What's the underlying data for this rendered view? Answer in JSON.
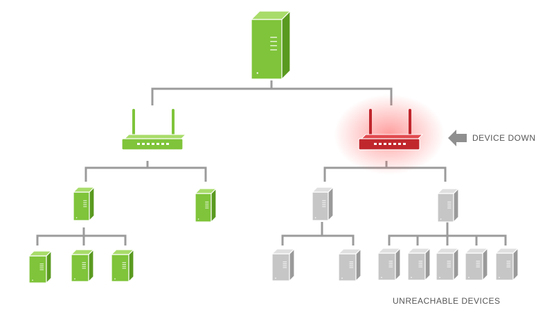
{
  "labels": {
    "device_down": "DEVICE DOWN",
    "unreachable": "UNREACHABLE DEVICES"
  },
  "colors": {
    "online": "#8cc63f",
    "online_dark": "#5e9a22",
    "down": "#c0272d",
    "down_glow": "#ff4d4d",
    "unreachable": "#c8c8c8",
    "unreachable_dark": "#9a9a9a",
    "line": "#9b9b9b"
  },
  "nodes": [
    {
      "id": "core-server",
      "type": "server",
      "status": "online"
    },
    {
      "id": "router-left",
      "type": "router",
      "status": "online"
    },
    {
      "id": "router-right",
      "type": "router",
      "status": "down"
    },
    {
      "id": "left-server-a",
      "type": "server",
      "status": "online"
    },
    {
      "id": "left-server-b",
      "type": "server",
      "status": "online"
    },
    {
      "id": "left-a-child-1",
      "type": "server",
      "status": "online"
    },
    {
      "id": "left-a-child-2",
      "type": "server",
      "status": "online"
    },
    {
      "id": "left-a-child-3",
      "type": "server",
      "status": "online"
    },
    {
      "id": "right-server-a",
      "type": "server",
      "status": "unreachable"
    },
    {
      "id": "right-server-b",
      "type": "server",
      "status": "unreachable"
    },
    {
      "id": "right-a-child-1",
      "type": "server",
      "status": "unreachable"
    },
    {
      "id": "right-a-child-2",
      "type": "server",
      "status": "unreachable"
    },
    {
      "id": "right-b-child-1",
      "type": "server",
      "status": "unreachable"
    },
    {
      "id": "right-b-child-2",
      "type": "server",
      "status": "unreachable"
    },
    {
      "id": "right-b-child-3",
      "type": "server",
      "status": "unreachable"
    },
    {
      "id": "right-b-child-4",
      "type": "server",
      "status": "unreachable"
    },
    {
      "id": "right-b-child-5",
      "type": "server",
      "status": "unreachable"
    }
  ]
}
